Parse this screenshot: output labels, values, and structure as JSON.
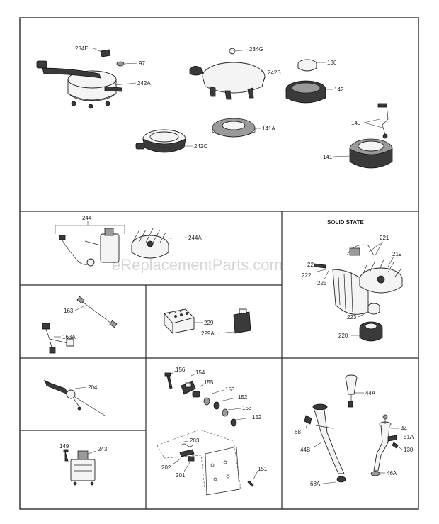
{
  "sections": {
    "solid_state": {
      "title": "SOLID STATE"
    }
  },
  "watermark": "eReplacementParts.com",
  "labels": {
    "p234e": "234E",
    "p97": "97",
    "p242a": "242A",
    "p234g": "234G",
    "p242b": "242B",
    "p136": "136",
    "p142": "142",
    "p141a": "141A",
    "p242c": "242C",
    "p140": "140",
    "p141": "141",
    "p244": "244",
    "p244a": "244A",
    "p221": "221",
    "p219": "219",
    "p22": "22",
    "p222": "222",
    "p225": "225",
    "p223": "223",
    "p220": "220",
    "p163": "163",
    "p163a": "163A",
    "p229": "229",
    "p229a": "229A",
    "p204": "204",
    "p156": "156",
    "p154": "154",
    "p155": "155",
    "p153a": "153",
    "p152a": "152",
    "p153b": "153",
    "p152b": "152",
    "p203": "203",
    "p202": "202",
    "p201": "201",
    "p151": "151",
    "p149": "149",
    "p243": "243",
    "p44a": "44A",
    "p68": "68",
    "p44": "44",
    "p51a": "51A",
    "p130": "130",
    "p44b": "44B",
    "p46a": "46A",
    "p68a": "68A"
  },
  "icons": [
    "recoil-starter",
    "flywheel",
    "screen",
    "lever",
    "spark-plug-lead",
    "wire-harness",
    "ignition-module",
    "governor-linkage",
    "fuel-pump",
    "oil-fill-tube",
    "brake-parts"
  ]
}
